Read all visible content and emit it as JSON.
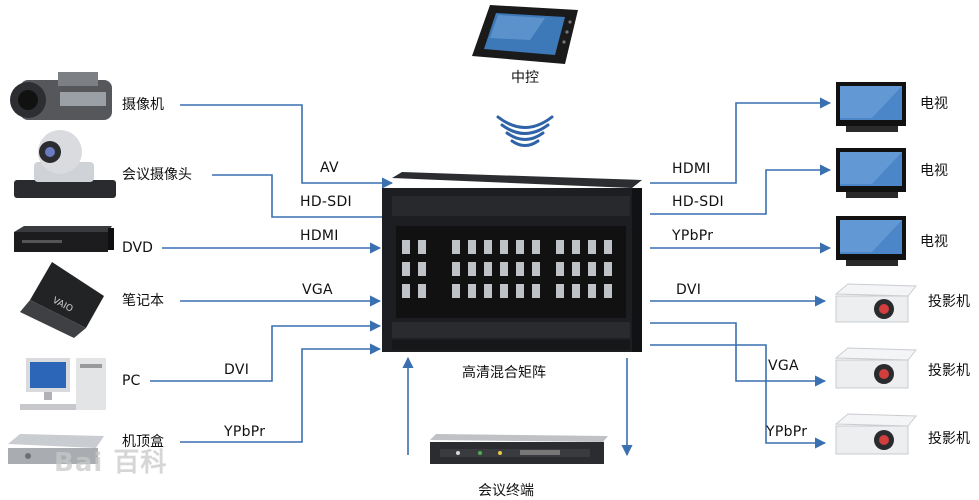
{
  "colors": {
    "line": "#3a6fb0",
    "device_dark": "#1e1f22",
    "screen_blue": "#3d78b8"
  },
  "top": {
    "label": "中控",
    "icon": "tablet-icon"
  },
  "center": {
    "label": "高清混合矩阵",
    "icon": "matrix-switcher-icon"
  },
  "bottom": {
    "label": "会议终端",
    "icon": "conference-terminal-icon"
  },
  "inputs": [
    {
      "device": "摄像机",
      "signal": "AV",
      "icon": "camcorder-icon"
    },
    {
      "device": "会议摄像头",
      "signal": "HD-SDI",
      "icon": "ptz-camera-icon"
    },
    {
      "device": "DVD",
      "signal": "HDMI",
      "icon": "dvd-player-icon"
    },
    {
      "device": "笔记本",
      "signal": "VGA",
      "icon": "laptop-icon"
    },
    {
      "device": "PC",
      "signal": "DVI",
      "icon": "desktop-pc-icon"
    },
    {
      "device": "机顶盒",
      "signal": "YPbPr",
      "icon": "set-top-box-icon"
    }
  ],
  "outputs": [
    {
      "device": "电视",
      "signal": "HDMI",
      "icon": "tv-icon"
    },
    {
      "device": "电视",
      "signal": "HD-SDI",
      "icon": "tv-icon"
    },
    {
      "device": "电视",
      "signal": "YPbPr",
      "icon": "tv-icon"
    },
    {
      "device": "投影机",
      "signal": "DVI",
      "icon": "projector-icon"
    },
    {
      "device": "投影机",
      "signal": "VGA",
      "icon": "projector-icon"
    },
    {
      "device": "投影机",
      "signal": "YPbPr",
      "icon": "projector-icon"
    }
  ],
  "watermark": "Bai 百科"
}
